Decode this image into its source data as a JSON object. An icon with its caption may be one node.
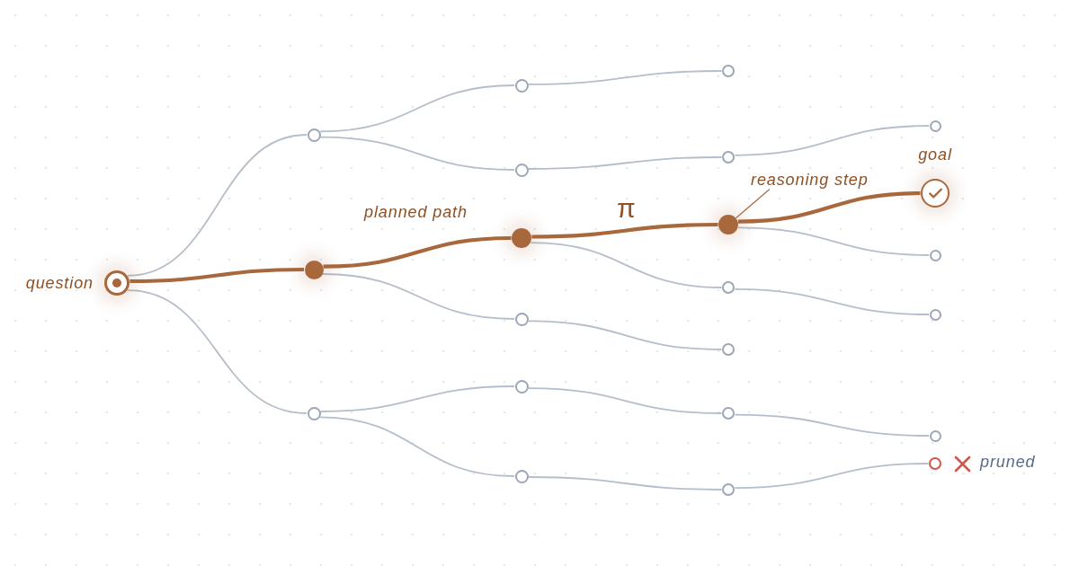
{
  "diagram": {
    "nodes": [
      {
        "text": [],
        "shape": "circle",
        "beside": [
          "question"
        ]
      },
      {
        "text": [],
        "shape": "circle"
      },
      {
        "text": [],
        "shape": "circle"
      },
      {
        "text": [],
        "shape": "circle"
      },
      {
        "text": [],
        "shape": "circle"
      },
      {
        "text": [],
        "shape": "circle"
      },
      {
        "text": [],
        "shape": "circle"
      },
      {
        "text": [],
        "shape": "circle"
      },
      {
        "text": [],
        "shape": "circle"
      },
      {
        "text": [],
        "shape": "circle"
      },
      {
        "text": [],
        "shape": "circle"
      },
      {
        "text": [],
        "shape": "circle"
      },
      {
        "text": [],
        "shape": "circle"
      },
      {
        "text": [],
        "shape": "circle"
      },
      {
        "text": [],
        "shape": "circle"
      },
      {
        "text": [],
        "shape": "circle"
      },
      {
        "text": [],
        "shape": "circle"
      },
      {
        "text": [],
        "shape": "circle"
      },
      {
        "text": [],
        "shape": "circle",
        "beside": [
          "goal"
        ]
      },
      {
        "text": [],
        "shape": "circle"
      },
      {
        "text": [],
        "shape": "circle"
      },
      {
        "text": [],
        "shape": "circle"
      },
      {
        "text": [],
        "shape": "circle",
        "beside": [
          "pruned"
        ]
      },
      {
        "text": [
          "reasoning step"
        ]
      }
    ],
    "edges": [
      {
        "from": 0,
        "to": 1,
        "arrow": "none"
      },
      {
        "from": 0,
        "to": 2,
        "arrow": "none",
        "style": "thick",
        "color": "#a8683c"
      },
      {
        "from": 0,
        "to": 3,
        "arrow": "none"
      },
      {
        "from": 1,
        "to": 4,
        "arrow": "none"
      },
      {
        "from": 1,
        "to": 5,
        "arrow": "none"
      },
      {
        "from": 2,
        "to": 6,
        "arrow": "none",
        "style": "thick",
        "color": "#a8683c"
      },
      {
        "from": 2,
        "to": 7,
        "arrow": "none"
      },
      {
        "from": 3,
        "to": 8,
        "arrow": "none"
      },
      {
        "from": 3,
        "to": 9,
        "arrow": "none"
      },
      {
        "from": 4,
        "to": 10,
        "arrow": "none"
      },
      {
        "from": 5,
        "to": 11,
        "arrow": "none"
      },
      {
        "from": 6,
        "to": 12,
        "arrow": "none",
        "style": "thick",
        "color": "#a8683c"
      },
      {
        "from": 6,
        "to": 13,
        "arrow": "none"
      },
      {
        "from": 7,
        "to": 14,
        "arrow": "none"
      },
      {
        "from": 8,
        "to": 15,
        "arrow": "none"
      },
      {
        "from": 9,
        "to": 16,
        "arrow": "none"
      },
      {
        "from": 11,
        "to": 17,
        "arrow": "none"
      },
      {
        "from": 12,
        "to": 18,
        "arrow": "none",
        "style": "thick",
        "color": "#a8683c"
      },
      {
        "from": 12,
        "to": 19,
        "arrow": "none"
      },
      {
        "from": 13,
        "to": 20,
        "arrow": "none"
      },
      {
        "from": 15,
        "to": 21,
        "arrow": "none"
      },
      {
        "from": 16,
        "to": 22,
        "arrow": "none"
      },
      {
        "from": 23,
        "to": 12,
        "arrow": "none",
        "color": "#a8683c"
      }
    ],
    "labels": [
      "planned path",
      "π"
    ]
  }
}
